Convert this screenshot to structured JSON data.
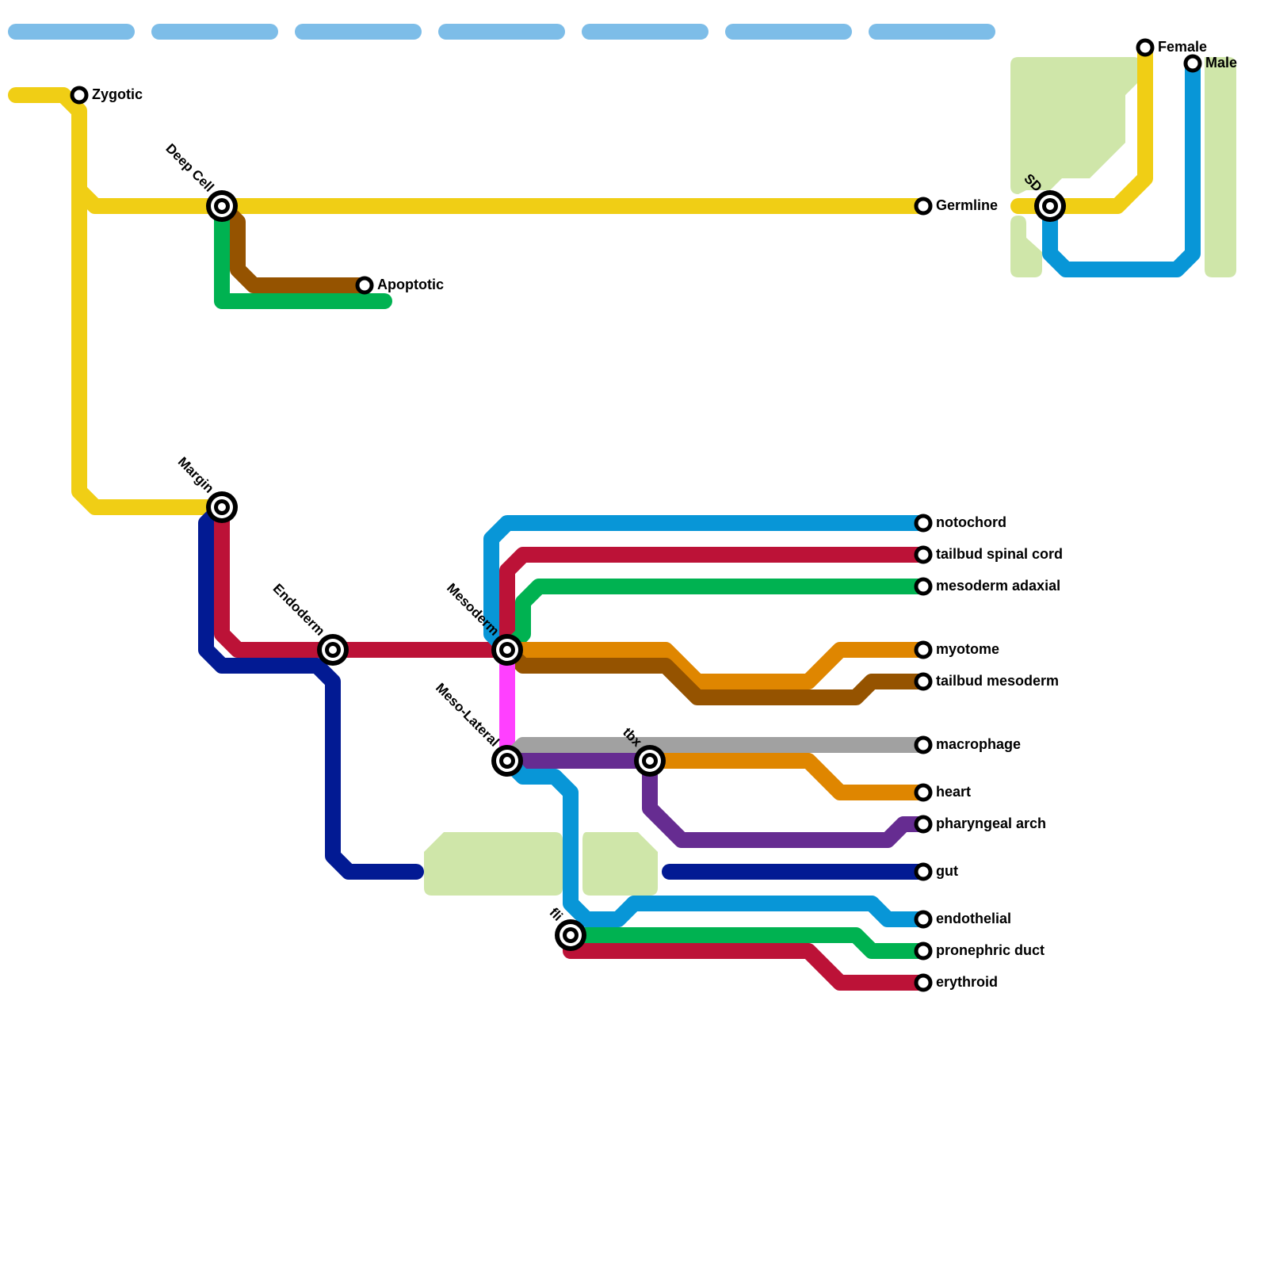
{
  "title": "Zebrafish cell lineage transit map",
  "colors": {
    "yellow": "#f0ce15",
    "brown": "#955300",
    "green": "#00b251",
    "crimson": "#bc1237",
    "navy": "#021a93",
    "blue": "#0896d7",
    "orange": "#df8600",
    "magenta": "#ff40ff",
    "gray": "#a1a1a1",
    "purple": "#662c91",
    "dashed_blue": "#7dbde8",
    "park_green": "#cfe6a9"
  },
  "hub_stations": [
    {
      "id": "deep-cell",
      "label": "Deep Cell"
    },
    {
      "id": "margin",
      "label": "Margin"
    },
    {
      "id": "endoderm",
      "label": "Endoderm"
    },
    {
      "id": "mesoderm",
      "label": "Mesoderm"
    },
    {
      "id": "meso-lateral",
      "label": "Meso-Lateral"
    },
    {
      "id": "tbx",
      "label": "tbx"
    },
    {
      "id": "fli",
      "label": "fli"
    },
    {
      "id": "sd",
      "label": "SD"
    }
  ],
  "terminal_stations": [
    {
      "id": "zygotic",
      "label": "Zygotic"
    },
    {
      "id": "apoptotic",
      "label": "Apoptotic"
    },
    {
      "id": "germline",
      "label": "Germline"
    },
    {
      "id": "female",
      "label": "Female"
    },
    {
      "id": "male",
      "label": "Male"
    },
    {
      "id": "notochord",
      "label": "notochord"
    },
    {
      "id": "tailbud-spinal-cord",
      "label": "tailbud spinal cord"
    },
    {
      "id": "mesoderm-adaxial",
      "label": "mesoderm adaxial"
    },
    {
      "id": "myotome",
      "label": "myotome"
    },
    {
      "id": "tailbud-mesoderm",
      "label": "tailbud mesoderm"
    },
    {
      "id": "macrophage",
      "label": "macrophage"
    },
    {
      "id": "heart",
      "label": "heart"
    },
    {
      "id": "pharyngeal-arch",
      "label": "pharyngeal arch"
    },
    {
      "id": "gut",
      "label": "gut"
    },
    {
      "id": "endothelial",
      "label": "endothelial"
    },
    {
      "id": "pronephric-duct",
      "label": "pronephric duct"
    },
    {
      "id": "erythroid",
      "label": "erythroid"
    }
  ]
}
